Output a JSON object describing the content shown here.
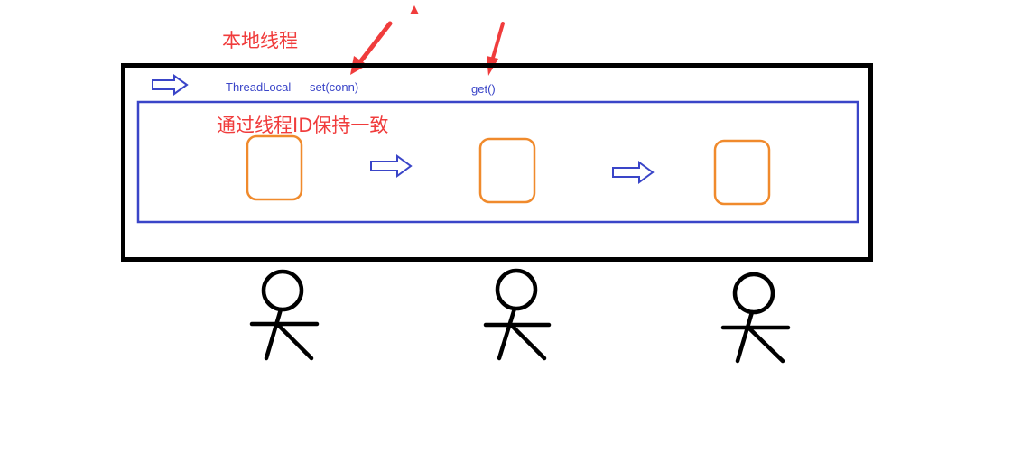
{
  "diagram": {
    "title": "本地线程",
    "inner_note": "通过线程ID保持一致",
    "labels": {
      "thread_local": "ThreadLocal",
      "set": "set(conn)",
      "get": "get()"
    },
    "colors": {
      "outer_border": "#000000",
      "inner_border": "#3a45c8",
      "box_stroke": "#f08a2c",
      "arrow_stroke": "#3a45c8",
      "annotation_red": "#f03c3c",
      "figure": "#000000"
    },
    "boxes": 3,
    "people": 3
  }
}
